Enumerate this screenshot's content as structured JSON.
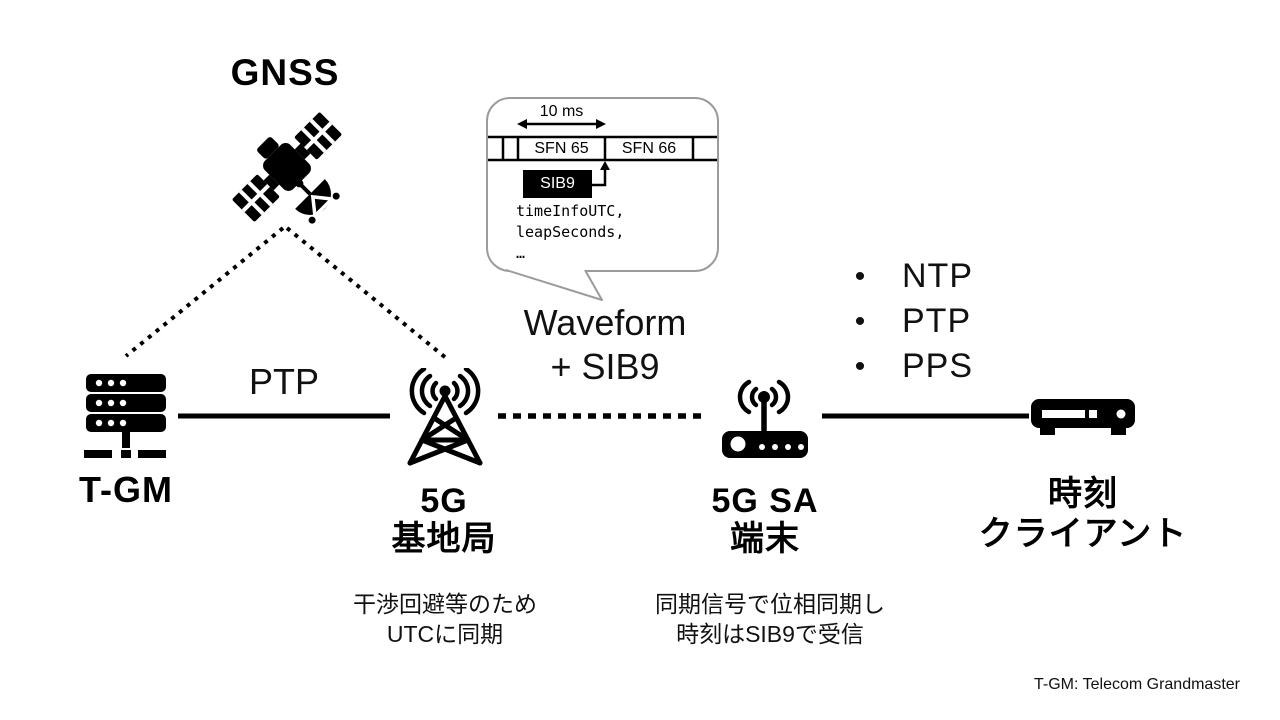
{
  "slide": {
    "gnss_label": "GNSS",
    "nodes": {
      "tgm": {
        "label": "T-GM"
      },
      "base_station": {
        "line1": "5G",
        "line2": "基地局"
      },
      "terminal": {
        "line1": "5G SA",
        "line2": "端末"
      },
      "time_client": {
        "line1": "時刻",
        "line2": "クライアント"
      }
    },
    "links": {
      "ptp": "PTP",
      "waveform_line1": "Waveform",
      "waveform_line2": "+ SIB9"
    },
    "outputs": {
      "bullet": "•",
      "items": [
        "NTP",
        "PTP",
        "PPS"
      ]
    },
    "callout": {
      "duration": "10 ms",
      "frame1": "SFN 65",
      "frame2": "SFN 66",
      "sib": "SIB9",
      "payload": [
        "timeInfoUTC,",
        "leapSeconds,",
        "…"
      ]
    },
    "notes": {
      "base_station": {
        "line1": "干渉回避等のため",
        "line2": "UTCに同期"
      },
      "terminal": {
        "line1": "同期信号で位相同期し",
        "line2": "時刻はSIB9で受信"
      }
    },
    "footer": "T-GM: Telecom Grandmaster"
  },
  "colors": {
    "ink": "#000000",
    "bubble_border": "#9b9b9b",
    "background": "#ffffff"
  }
}
